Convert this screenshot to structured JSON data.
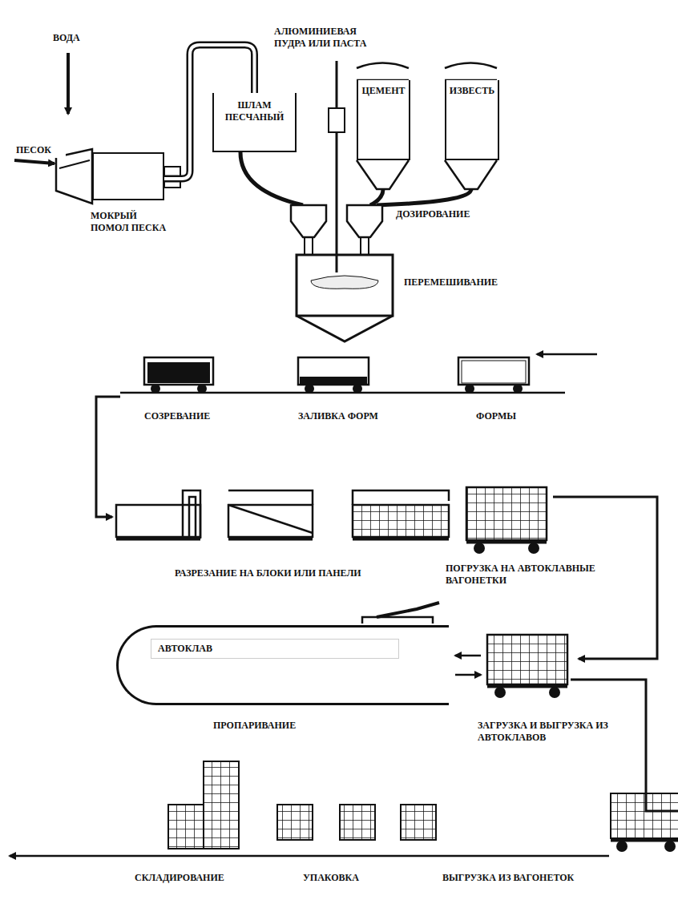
{
  "diagram": {
    "nodes": [
      {
        "text": [
          "МОКРЫЙ ПОМОЛ ПЕСКА"
        ]
      },
      {
        "text": [
          "ШЛАМ ПЕСЧАНЫЙ"
        ]
      },
      {
        "text": [
          "ЦЕМЕНТ"
        ]
      },
      {
        "text": [
          "ИЗВЕСТЬ"
        ]
      },
      {
        "text": [
          "АВТОКЛАВ"
        ]
      }
    ],
    "edges": [
      {
        "from": 0,
        "to": 1,
        "arrow": "none"
      }
    ],
    "labels": [
      "ВОДА",
      "ПЕСОК",
      "АЛЮМИНИЕВАЯ ПУДРА ИЛИ ПАСТА",
      "ДОЗИРОВАНИЕ",
      "ПЕРЕМЕШИВАНИЕ",
      "СОЗРЕВАНИЕ",
      "ЗАЛИВКА ФОРМ",
      "ФОРМЫ",
      "РАЗРЕЗАНИЕ НА БЛОКИ ИЛИ ПАНЕЛИ",
      "ПОГРУЗКА НА АВТОКЛАВНЫЕ ВАГОНЕТКИ",
      "ПРОПАРИВАНИЕ",
      "ЗАГРУЗКА И ВЫГРУЗКА ИЗ АВТОКЛАВОВ",
      "СКЛАДИРОВАНИЕ",
      "УПАКОВКА",
      "ВЫГРУЗКА ИЗ ВАГОНЕТОК"
    ]
  }
}
